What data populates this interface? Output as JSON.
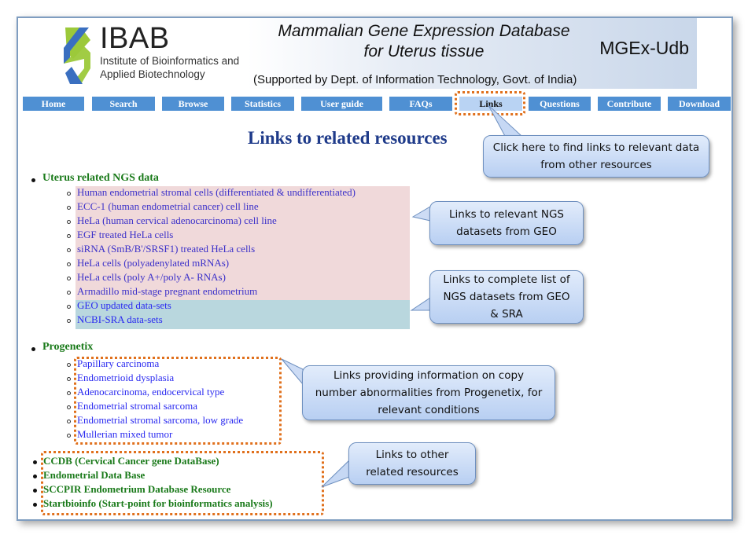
{
  "header": {
    "logo": {
      "name": "IBAB",
      "subtitle_line1": "Institute of Bioinformatics and",
      "subtitle_line2": "Applied Biotechnology"
    },
    "banner": {
      "title_line1": "Mammalian Gene Expression Database",
      "title_line2": "for Uterus tissue",
      "abbreviation": "MGEx-Udb",
      "support": "(Supported by Dept. of Information Technology, Govt. of India)"
    },
    "colors": {
      "nav_bg": "#4f90d3",
      "nav_active_bg": "#b9d3f3",
      "highlight": "#e0701c"
    }
  },
  "nav": {
    "items": [
      {
        "label": "Home"
      },
      {
        "label": "Search"
      },
      {
        "label": "Browse"
      },
      {
        "label": "Statistics"
      },
      {
        "label": "User guide"
      },
      {
        "label": "FAQs"
      },
      {
        "label": "Links",
        "active": true
      },
      {
        "label": "Questions"
      },
      {
        "label": "Contribute"
      },
      {
        "label": "Download"
      }
    ]
  },
  "main": {
    "title": "Links to related resources",
    "sections": [
      {
        "heading": "Uterus related NGS data",
        "items": [
          "Human endometrial stromal cells (differentiated & undifferentiated)",
          "ECC-1 (human endometrial cancer) cell line",
          "HeLa (human cervical adenocarcinoma) cell line",
          "EGF treated HeLa cells",
          "siRNA (SmB/B'/SRSF1) treated HeLa cells",
          "HeLa cells (polyadenylated mRNAs)",
          "HeLa cells (poly A+/poly A- RNAs)",
          "Armadillo mid-stage pregnant endometrium",
          "GEO updated data-sets",
          "NCBI-SRA data-sets"
        ]
      },
      {
        "heading": "Progenetix",
        "items": [
          "Papillary carcinoma",
          "Endometrioid dysplasia",
          "Adenocarcinoma, endocervical type",
          "Endometrial stromal sarcoma",
          "Endometrial stromal sarcoma, low grade",
          "Mullerian mixed tumor"
        ]
      }
    ],
    "other_resources": [
      "CCDB (Cervical Cancer gene DataBase)",
      "Endometrial Data Base",
      "SCCPIR Endometrium Database Resource",
      "Startbioinfo (Start-point for bioinformatics analysis)"
    ]
  },
  "callouts": {
    "links_tab": "Click here to find links to relevant data from other resources",
    "ngs_geo": "Links to relevant NGS datasets from GEO",
    "complete_list": "Links to complete list of NGS datasets from GEO & SRA",
    "progenetix": "Links providing information on copy number abnormalities from Progenetix, for relevant conditions",
    "other": "Links to other related resources"
  }
}
